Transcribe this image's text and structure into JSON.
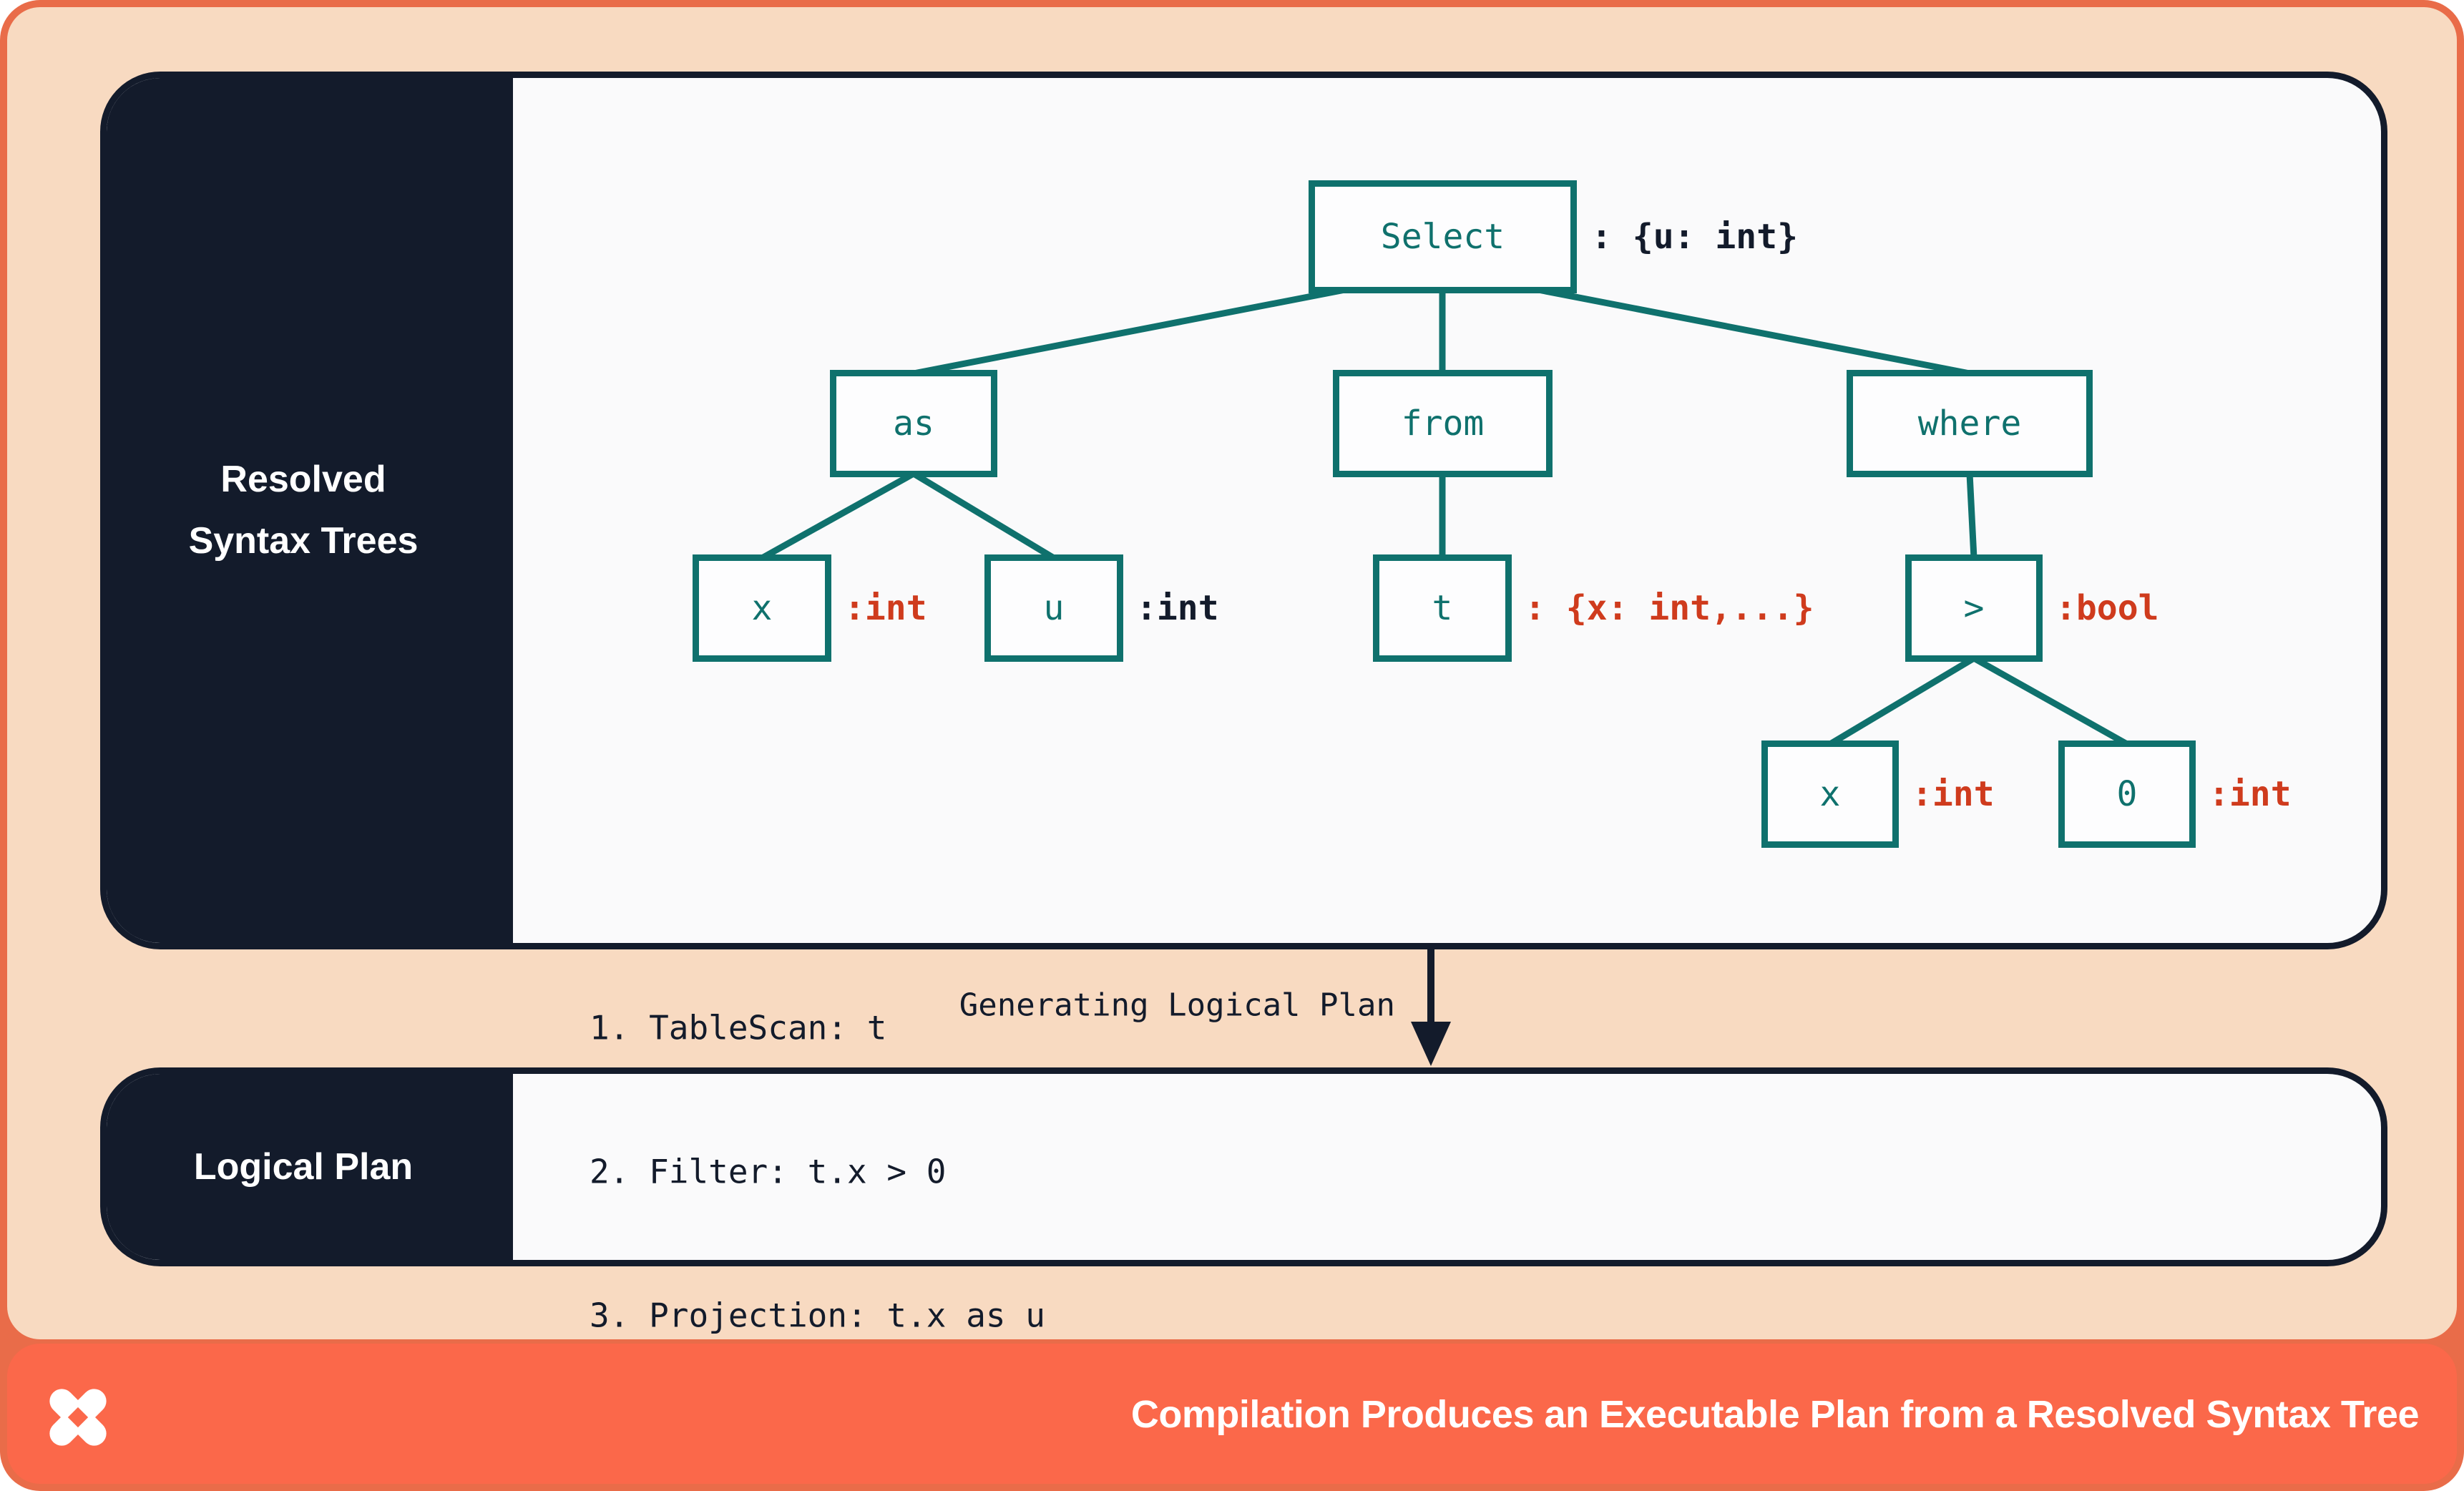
{
  "panels": {
    "resolved": {
      "label_line1": "Resolved",
      "label_line2": "Syntax Trees"
    },
    "logical": {
      "label": "Logical Plan",
      "steps": [
        "1. TableScan: t",
        "2. Filter: t.x > 0",
        "3. Projection: t.x as u"
      ]
    }
  },
  "tree": {
    "nodes": [
      {
        "id": "select",
        "label": "Select",
        "annotation": ": {u: int}",
        "annotation_tone": "dark"
      },
      {
        "id": "as",
        "label": "as",
        "annotation": "",
        "annotation_tone": ""
      },
      {
        "id": "from",
        "label": "from",
        "annotation": "",
        "annotation_tone": ""
      },
      {
        "id": "where",
        "label": "where",
        "annotation": "",
        "annotation_tone": ""
      },
      {
        "id": "x-as",
        "label": "x",
        "annotation": ":int",
        "annotation_tone": "red"
      },
      {
        "id": "u-as",
        "label": "u",
        "annotation": ":int",
        "annotation_tone": "dark"
      },
      {
        "id": "t-from",
        "label": "t",
        "annotation": ": {x: int,...}",
        "annotation_tone": "red"
      },
      {
        "id": "gt",
        "label": ">",
        "annotation": ":bool",
        "annotation_tone": "red"
      },
      {
        "id": "x-gt",
        "label": "x",
        "annotation": ":int",
        "annotation_tone": "red"
      },
      {
        "id": "zero",
        "label": "0",
        "annotation": ":int",
        "annotation_tone": "red"
      }
    ]
  },
  "transition": {
    "label": "Generating Logical Plan"
  },
  "footer": {
    "title": "Compilation Produces an Executable Plan from a Resolved Syntax Tree",
    "logo": "pinwheel-x-logo"
  },
  "colors": {
    "frame_orange": "#e96c49",
    "footer_orange": "#fb684a",
    "peach": "#f8dac1",
    "navy": "#131b2b",
    "content_bg": "#fafafb",
    "teal": "#0f716d",
    "type_red": "#cf3b1d",
    "white": "#ffffff"
  }
}
